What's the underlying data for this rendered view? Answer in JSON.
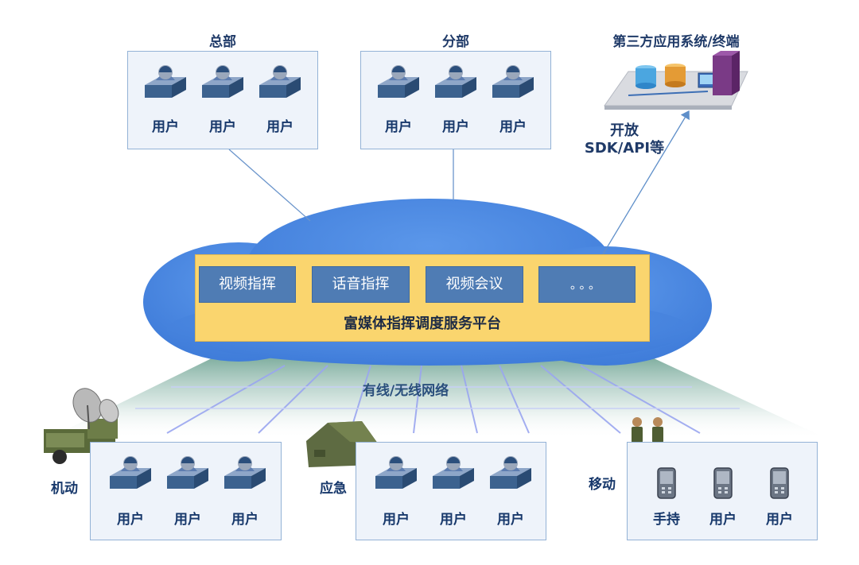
{
  "groups": {
    "hq": {
      "title": "总部",
      "users": [
        "用户",
        "用户",
        "用户"
      ]
    },
    "branch": {
      "title": "分部",
      "users": [
        "用户",
        "用户",
        "用户"
      ]
    },
    "third_party": {
      "title": "第三方应用系统/终端",
      "link_label_1": "开放",
      "link_label_2": "SDK/API等"
    },
    "mobile_vehicle": {
      "label": "机动",
      "users": [
        "用户",
        "用户",
        "用户"
      ]
    },
    "emergency": {
      "label": "应急",
      "users": [
        "用户",
        "用户",
        "用户"
      ]
    },
    "mobile": {
      "label": "移动",
      "users": [
        "手持",
        "用户",
        "用户"
      ]
    }
  },
  "platform": {
    "modules": [
      "视频指挥",
      "话音指挥",
      "视频会议",
      "。。。"
    ],
    "name": "富媒体指挥调度服务平台"
  },
  "network": {
    "label": "有线/无线网络"
  },
  "colors": {
    "cloud": "#4a88e0",
    "platform": "#fad56e",
    "module": "#4f7cb4",
    "box_border": "#93b2d6",
    "text": "#17386b"
  }
}
